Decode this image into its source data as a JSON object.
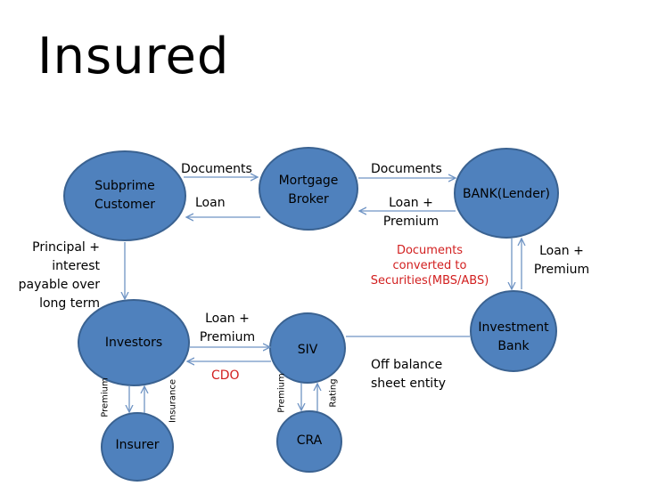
{
  "title": "Insured",
  "nodes": {
    "subprime": "Subprime\nCustomer",
    "mortgage": "Mortgage\nBroker",
    "bank": "BANK(Lender)",
    "investors": "Investors",
    "siv": "SIV",
    "investment_bank": "Investment\nBank",
    "insurer": "Insurer",
    "cra": "CRA"
  },
  "labels": {
    "documents_left": "Documents",
    "loan_left": "Loan",
    "documents_right": "Documents",
    "loan_premium_right": "Loan +\nPremium",
    "principal": "Principal +\ninterest\npayable over\nlong term",
    "docs_converted": "Documents\nconverted to\nSecurities(MBS/ABS)",
    "loan_premium_bank": "Loan +\nPremium",
    "loan_premium_mid": "Loan +\nPremium",
    "cdo": "CDO",
    "off_balance": "Off balance\nsheet entity",
    "premium_investors": "Premium",
    "insurance": "Insurance",
    "premium_siv": "Premium",
    "rating": "Rating"
  },
  "colors": {
    "node_fill": "#4f81bd",
    "node_stroke": "#3a6291",
    "arrow": "#6f94c4",
    "red_text": "#d21f1f"
  }
}
